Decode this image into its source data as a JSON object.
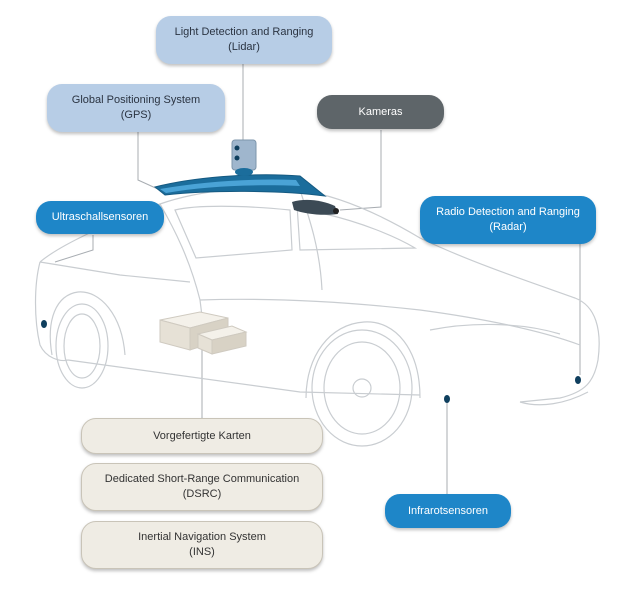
{
  "labels": {
    "lidar": "Light Detection and Ranging\n(Lidar)",
    "gps": "Global Positioning System\n(GPS)",
    "kameras": "Kameras",
    "ultraschall": "Ultraschallsensoren",
    "radar": "Radio Detection and Ranging\n(Radar)",
    "karten": "Vorgefertigte Karten",
    "dsrc": "Dedicated Short-Range Communication\n(DSRC)",
    "ins": "Inertial Navigation System\n(INS)",
    "infrarot": "Infrarotsensoren"
  },
  "colors": {
    "light_blue": "#b7cde6",
    "dark_gray": "#5e6569",
    "accent_blue": "#1e86c8",
    "beige": "#efece4",
    "car_line": "#c9cdd1",
    "sensor_dark": "#0f3f5e"
  }
}
